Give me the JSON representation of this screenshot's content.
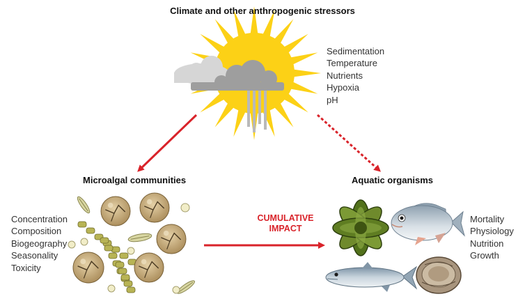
{
  "title": "Climate and other anthropogenic stressors",
  "stressors": [
    "Sedimentation",
    "Temperature",
    "Nutrients",
    "Hypoxia",
    "pH"
  ],
  "microalgae": {
    "heading": "Microalgal communities",
    "attributes": [
      "Concentration",
      "Composition",
      "Biogeography",
      "Seasonality",
      "Toxicity"
    ]
  },
  "organisms": {
    "heading": "Aquatic organisms",
    "effects": [
      "Mortality",
      "Physiology",
      "Nutrition",
      "Growth"
    ]
  },
  "impact": {
    "line1": "CUMULATIVE",
    "line2": "IMPACT"
  },
  "colors": {
    "arrow": "#d9232a",
    "sun": "#fcd116",
    "cloud_light": "#d6d6d6",
    "cloud_dark": "#9e9e9e",
    "cyst": "#c9b084",
    "chain": "#b8b455",
    "mussel": "#6f8a2c",
    "fish": "#a9b9c6"
  }
}
